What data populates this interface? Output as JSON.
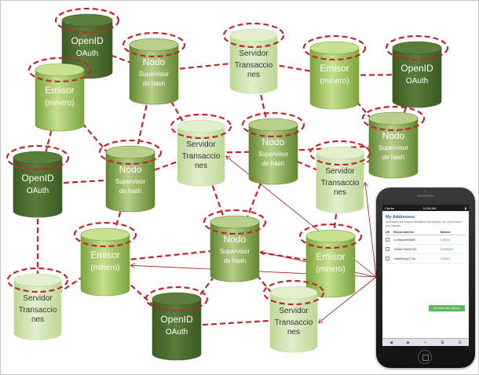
{
  "colors": {
    "link": "#c0272d",
    "arrow": "#a01818",
    "dark_top": "#5b7d3a",
    "dark_body": "#3c5a22",
    "bright_top": "#c6e08e",
    "bright_body": "#7aa43c",
    "mid_top": "#b7cf8a",
    "mid_body": "#62862f",
    "pale_top": "#e2efcd",
    "pale_body": "#bcd895"
  },
  "nodes": [
    {
      "id": "openid1",
      "lines": [
        "OpenID",
        "OAuth"
      ],
      "style": "dark"
    },
    {
      "id": "nodo1",
      "lines": [
        "Nodo",
        "Supervisor",
        "de hash"
      ],
      "style": "mid"
    },
    {
      "id": "servidor1",
      "lines": [
        "Servidor",
        "Transaccio",
        "nes"
      ],
      "style": "pale"
    },
    {
      "id": "emisor1",
      "lines": [
        "Emisor",
        "(minero)"
      ],
      "style": "bright"
    },
    {
      "id": "openid2",
      "lines": [
        "OpenID",
        "OAuth"
      ],
      "style": "dark"
    },
    {
      "id": "emisor2",
      "lines": [
        "Emisor",
        "(minero)"
      ],
      "style": "bright"
    },
    {
      "id": "servidor2",
      "lines": [
        "Servidor",
        "Transaccio",
        "nes"
      ],
      "style": "pale"
    },
    {
      "id": "nodo2",
      "lines": [
        "Nodo",
        "Supervisor",
        "de hash"
      ],
      "style": "mid"
    },
    {
      "id": "nodo3",
      "lines": [
        "Nodo",
        "Supervisor",
        "de hash"
      ],
      "style": "mid"
    },
    {
      "id": "openid3",
      "lines": [
        "OpenID",
        "OAuth"
      ],
      "style": "dark"
    },
    {
      "id": "nodo4",
      "lines": [
        "Nodo",
        "Supervisor",
        "de hash"
      ],
      "style": "mid"
    },
    {
      "id": "servidor3",
      "lines": [
        "Servidor",
        "Transaccio",
        "nes"
      ],
      "style": "pale"
    },
    {
      "id": "emisor3",
      "lines": [
        "Emisor",
        "(minero)"
      ],
      "style": "bright"
    },
    {
      "id": "nodo5",
      "lines": [
        "Nodo",
        "Supervisor",
        "de hash"
      ],
      "style": "mid"
    },
    {
      "id": "emisor4",
      "lines": [
        "Emisor",
        "(minero)"
      ],
      "style": "bright"
    },
    {
      "id": "servidor4",
      "lines": [
        "Servidor",
        "Transaccio",
        "nes"
      ],
      "style": "pale"
    },
    {
      "id": "openid4",
      "lines": [
        "OpenID",
        "OAuth"
      ],
      "style": "dark"
    },
    {
      "id": "servidor5",
      "lines": [
        "Servidor",
        "Transaccio",
        "nes"
      ],
      "style": "pale"
    }
  ],
  "links": [
    [
      "openid1",
      "nodo1"
    ],
    [
      "nodo1",
      "servidor1"
    ],
    [
      "servidor1",
      "emisor2"
    ],
    [
      "emisor2",
      "openid2"
    ],
    [
      "openid1",
      "emisor1"
    ],
    [
      "emisor1",
      "openid3"
    ],
    [
      "emisor1",
      "nodo3"
    ],
    [
      "nodo1",
      "nodo3"
    ],
    [
      "nodo1",
      "servidor2"
    ],
    [
      "servidor2",
      "nodo2"
    ],
    [
      "servidor1",
      "nodo2"
    ],
    [
      "emisor2",
      "nodo4"
    ],
    [
      "openid2",
      "nodo4"
    ],
    [
      "nodo2",
      "nodo4"
    ],
    [
      "nodo2",
      "servidor3"
    ],
    [
      "nodo4",
      "servidor3"
    ],
    [
      "openid3",
      "nodo3"
    ],
    [
      "nodo3",
      "servidor2"
    ],
    [
      "nodo3",
      "emisor3"
    ],
    [
      "emisor3",
      "nodo5"
    ],
    [
      "servidor2",
      "nodo5"
    ],
    [
      "nodo2",
      "nodo5"
    ],
    [
      "nodo5",
      "emisor4"
    ],
    [
      "servidor3",
      "emisor4"
    ],
    [
      "emisor3",
      "servidor4"
    ],
    [
      "emisor3",
      "openid4"
    ],
    [
      "nodo5",
      "servidor5"
    ],
    [
      "openid4",
      "servidor5"
    ],
    [
      "emisor4",
      "servidor5"
    ],
    [
      "openid3",
      "servidor4"
    ],
    [
      "nodo5",
      "openid4"
    ]
  ],
  "arrows_to": [
    "servidor2",
    "servidor3",
    "nodo5",
    "emisor3",
    "servidor5"
  ],
  "phone": {
    "status_carrier": "Carrier",
    "status_time": "10:38 AM",
    "title": "My Addresses",
    "description": "Addresses are unique identifiers that people can use to send you bitcoins.",
    "columns": [
      "QR",
      "Bitcoin Address",
      "Balance"
    ],
    "rows": [
      {
        "address": "1LxMupb6tM66N9",
        "balance": "0.00674"
      },
      {
        "address": "1Kr8aDTN4bSYQG",
        "balance": "0.0234234"
      },
      {
        "address": "1N8a9Nmzq7776n",
        "balance": "0.00001"
      }
    ],
    "button": "Generate new address",
    "nav_icons": [
      "◀",
      "▶",
      "+",
      "⧉",
      "☰"
    ]
  }
}
